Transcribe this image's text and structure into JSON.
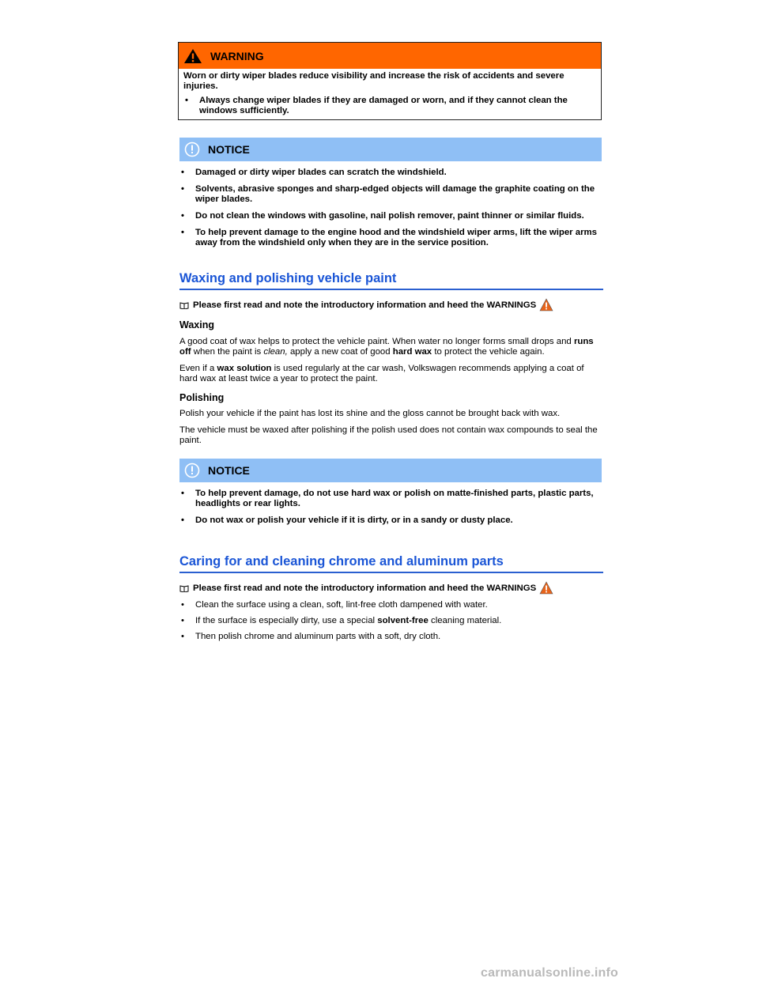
{
  "warning": {
    "title": "WARNING",
    "text": "Worn or dirty wiper blades reduce visibility and increase the risk of accidents and severe injuries.",
    "bullet": "Always change wiper blades if they are damaged or worn, and if they cannot clean the windows sufficiently.",
    "colors": {
      "header": "#ff6600"
    }
  },
  "notice1": {
    "title": "NOTICE",
    "items": [
      "Damaged or dirty wiper blades can scratch the windshield.",
      "Solvents, abrasive sponges and sharp-edged objects will damage the graphite coating on the wiper blades.",
      "Do not clean the windows with gasoline, nail polish remover, paint thinner or similar fluids.",
      "To help prevent damage to the engine hood and the windshield wiper arms, lift the wiper arms away from the windshield only when they are in the service position."
    ],
    "colors": {
      "header": "#8fbff5"
    }
  },
  "section1": {
    "title": "Waxing and polishing vehicle paint",
    "intro": "Please first read and note the introductory information and heed the WARNINGS",
    "waxing": {
      "heading": "Waxing",
      "p1": {
        "a": "A good coat of wax helps to protect the vehicle paint. When water no longer forms small drops and ",
        "b": "runs off",
        "c": " when the paint is ",
        "d": "clean,",
        "e": " apply a new coat of good ",
        "f": "hard wax",
        "g": " to protect the vehicle again."
      },
      "p2": {
        "a": "Even if a ",
        "b": "wax solution",
        "c": " is used regularly at the car wash, Volkswagen recommends applying a coat of hard wax at least twice a year to protect the paint."
      }
    },
    "polishing": {
      "heading": "Polishing",
      "p1": "Polish your vehicle if the paint has lost its shine and the gloss cannot be brought back with wax.",
      "p2": "The vehicle must be waxed after polishing if the polish used does not contain wax compounds to seal the paint."
    }
  },
  "notice2": {
    "title": "NOTICE",
    "items": [
      "To help prevent damage, do not use hard wax or polish on matte-finished parts, plastic parts, headlights or rear lights.",
      "Do not wax or polish your vehicle if it is dirty, or in a sandy or dusty place."
    ]
  },
  "section2": {
    "title": "Caring for and cleaning chrome and aluminum parts",
    "intro": "Please first read and note the introductory information and heed the WARNINGS",
    "items": [
      {
        "a": "Clean the surface using a clean, soft, lint-free cloth dampened with water.",
        "b": "",
        "c": ""
      },
      {
        "a": "If the surface is especially dirty, use a special ",
        "b": "solvent-free",
        "c": " cleaning material."
      },
      {
        "a": "Then polish chrome and aluminum parts with a soft, dry cloth.",
        "b": "",
        "c": ""
      }
    ]
  },
  "watermark": "carmanualsonline.info",
  "icons": [
    "warning-triangle-icon",
    "notice-exclamation-icon",
    "book-icon",
    "bullet-icon"
  ],
  "colors": {
    "heading": "#1a55d6",
    "accent_triangle": "#e8641b"
  }
}
